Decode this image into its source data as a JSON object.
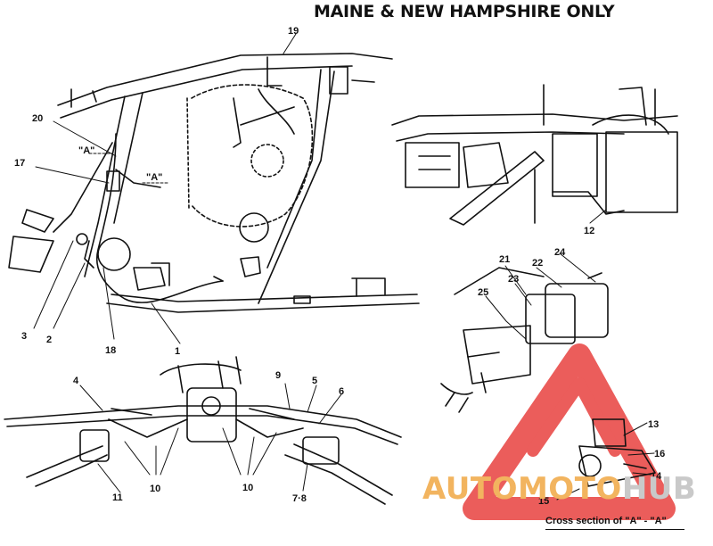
{
  "title": "MAINE & NEW HAMPSHIRE ONLY",
  "section_marker": "\"A\"",
  "caption": "Cross section of \"A\" - \"A\"",
  "watermark": {
    "part1": "AUTOMOTO",
    "part2": "HUB",
    "accent_color": "#f2b45f",
    "triangle_color": "#e8413f"
  },
  "callouts": {
    "c1": "1",
    "c2": "2",
    "c3": "3",
    "c4": "4",
    "c5": "5",
    "c6": "6",
    "c7_8": "7·8",
    "c9": "9",
    "c10a": "10",
    "c10b": "10",
    "c11": "11",
    "c12": "12",
    "c13": "13",
    "c14": "14",
    "c15": "15",
    "c16": "16",
    "c17": "17",
    "c18": "18",
    "c19": "19",
    "c20": "20",
    "c21": "21",
    "c22": "22",
    "c23": "23",
    "c24": "24",
    "c25": "25"
  }
}
